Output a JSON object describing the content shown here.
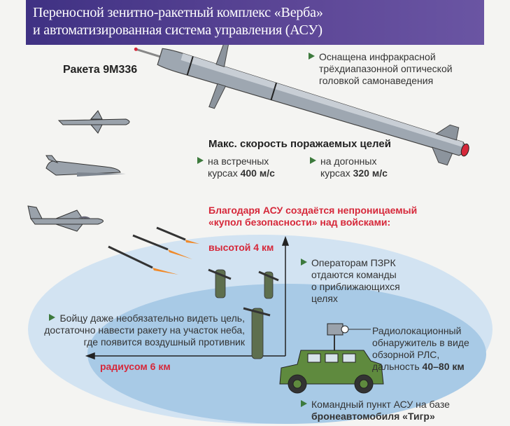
{
  "header": {
    "title_line1": "Переносной зенитно-ракетный комплекс «Верба»",
    "title_line2": "и автоматизированная система управления (АСУ)"
  },
  "missile": {
    "label": "Ракета 9М336",
    "seeker_line1": "Оснащена инфракрасной",
    "seeker_line2": "трёхдиапазонной оптической",
    "seeker_line3": "головкой самонаведения"
  },
  "speed": {
    "title": "Макс. скорость поражаемых целей",
    "head_on_line1": "на встречных",
    "head_on_prefix": "курсах",
    "head_on_value": "400 м/с",
    "pursuit_line1": "на догонных",
    "pursuit_prefix": "курсах",
    "pursuit_value": "320 м/с"
  },
  "dome": {
    "title_line1": "Благодаря АСУ создаётся непроницаемый",
    "title_line2": "«купол безопасности» над войсками:",
    "height": "высотой 4 км",
    "radius": "радиусом 6 км"
  },
  "operators": {
    "line1": "Операторам ПЗРК",
    "line2": "отдаются команды",
    "line3": "о приближающихся",
    "line4": "целях"
  },
  "fighter": {
    "line1": "Бойцу даже необязательно видеть цель,",
    "line2": "достаточно навести ракету на участок неба,",
    "line3": "где появится воздушный противник"
  },
  "radar": {
    "line1": "Радиолокационный",
    "line2": "обнаружитель в виде",
    "line3": "обзорной РЛС,",
    "range_prefix": "дальность",
    "range_value": "40–80 км"
  },
  "command": {
    "line1": "Командный пункт АСУ на базе",
    "line2": "бронеавтомобиля «Тигр»"
  },
  "colors": {
    "header": "#4a3a8c",
    "accent_red": "#d6283a",
    "bullet_green": "#3d7a3d",
    "dome_outer": "#cfe1f1",
    "dome_inner": "#a9cbe6"
  }
}
